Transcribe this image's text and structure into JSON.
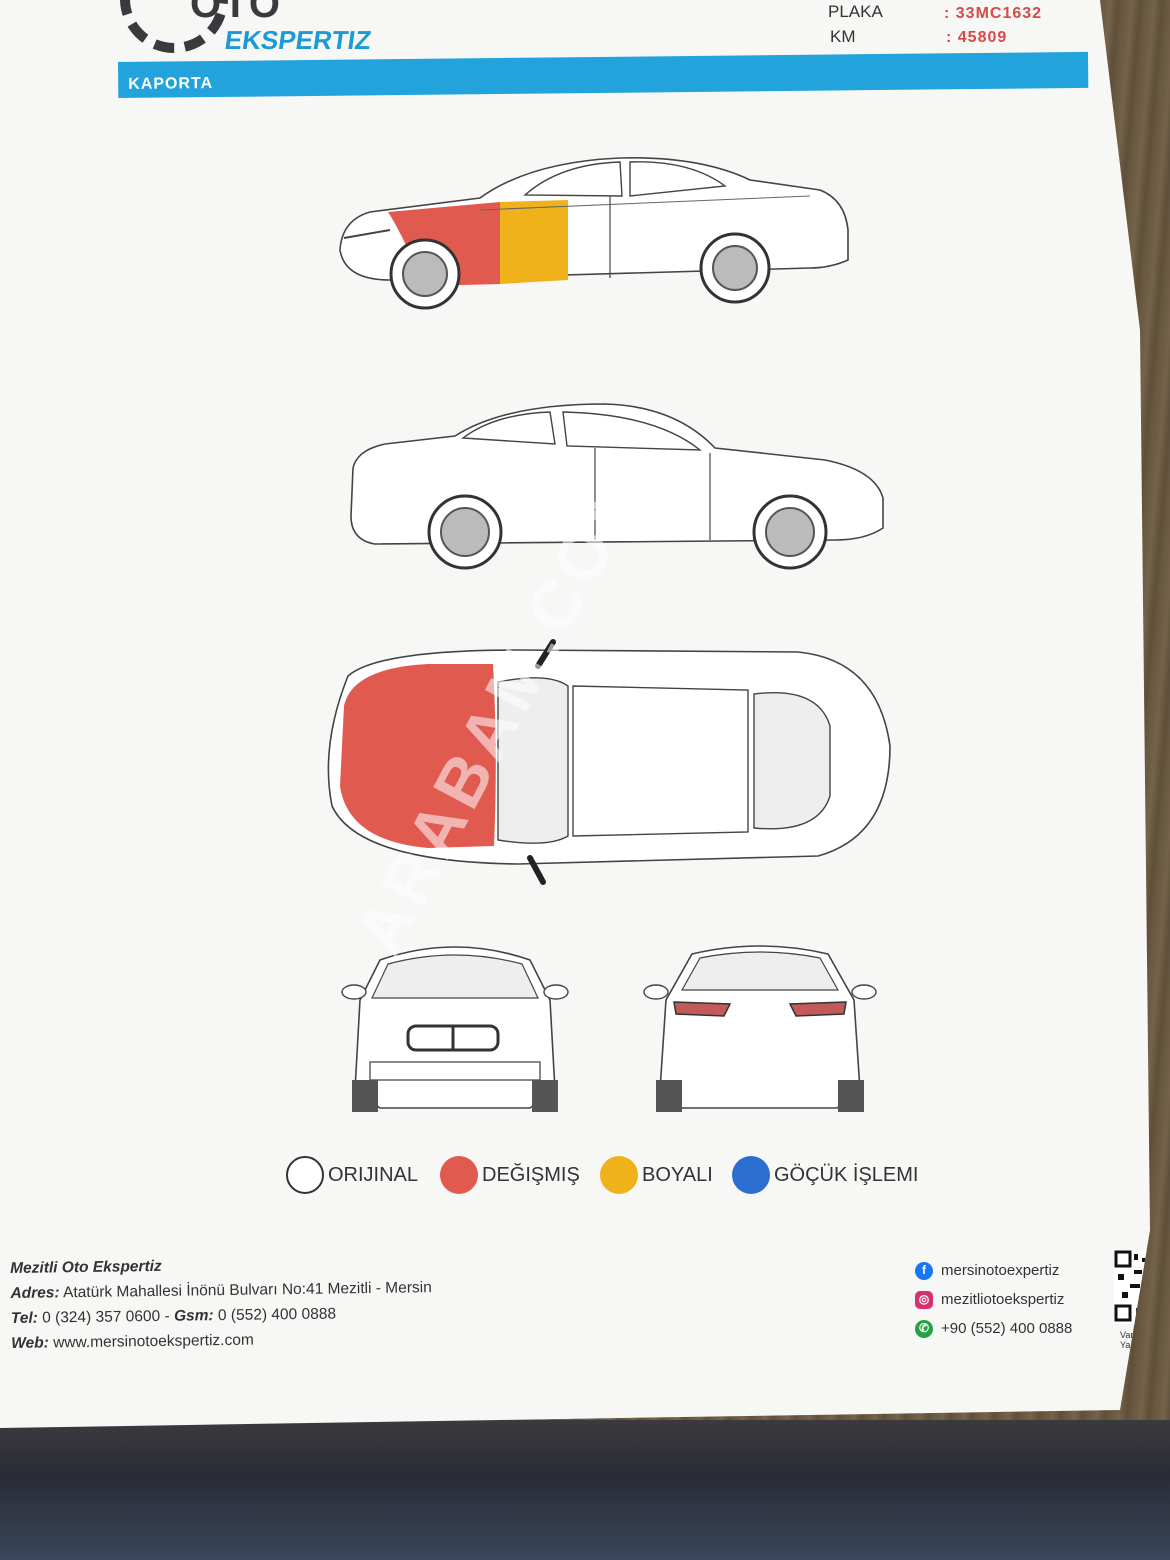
{
  "header": {
    "logo_top": "OTO",
    "logo_sub": "EKSPERTIZ",
    "plate_label": "PLAKA",
    "plate_value": ": 33MC1632",
    "km_label": "KM",
    "km_value": ": 45809"
  },
  "section": {
    "title": "KAPORTA"
  },
  "colors": {
    "orijinal": "#ffffff",
    "degismis": "#e05a50",
    "boyali": "#f0b21a",
    "gocuk": "#2a6fd0",
    "band": "#22a3dc"
  },
  "parts": {
    "left_front_fender": "degismis",
    "left_front_door": "boyali",
    "hood": "degismis"
  },
  "legend": [
    {
      "label": "ORIJINAL",
      "color": "orijinal"
    },
    {
      "label": "DEĞIŞMIŞ",
      "color": "degismis"
    },
    {
      "label": "BOYALI",
      "color": "boyali"
    },
    {
      "label": "GÖÇÜK İŞLEMI",
      "color": "gocuk"
    }
  ],
  "footer": {
    "company": "Mezitli Oto Ekspertiz",
    "address_label": "Adres:",
    "address": "Atatürk Mahallesi İnönü Bulvarı No:41 Mezitli - Mersin",
    "tel_label": "Tel:",
    "tel": "0 (324) 357 0600 -",
    "gsm_label": "Gsm:",
    "gsm": "0 (552) 400 0888",
    "web_label": "Web:",
    "web": "www.mersinotoekspertiz.com",
    "facebook": "mersinotoexpertiz",
    "instagram": "mezitliotoekspertiz",
    "whatsapp": "+90 (552) 400 0888",
    "qr_caption": "Vartag Ya"
  },
  "watermark": "ARABAM.COM"
}
